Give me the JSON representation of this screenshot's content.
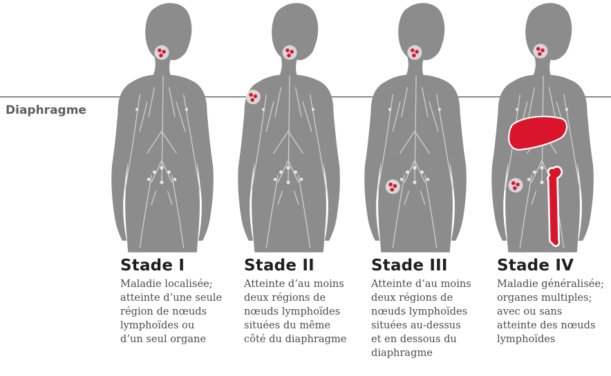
{
  "diaphragm_label": "Diaphragme",
  "stages": [
    {
      "title": "Stade I",
      "description": "Maladie localisée;\natteinte d’une seule\nrégion de nœuds\nlymphoïdes ou\nd’un seul organe"
    },
    {
      "title": "Stade II",
      "description": "Atteinte d’au moins\ndeux régions de\nnœuds lymphoïdes\nsituées du même\ncôté du diaphragme"
    },
    {
      "title": "Stade III",
      "description": "Atteinte d’au moins\ndeux régions de\nnœuds lymphoïdes\nsituées au-dessus\net en dessous du\ndiaphragme"
    },
    {
      "title": "Stade IV",
      "description": "Maladie généralisée;\norganes multiples;\navec ou sans\natteinte des nœuds\nlymphoïdes"
    }
  ],
  "colors": {
    "body": "#8c8c8c",
    "vessels": "#d2d2d2",
    "affected": "#d9142b",
    "glow": "#ffffff"
  }
}
